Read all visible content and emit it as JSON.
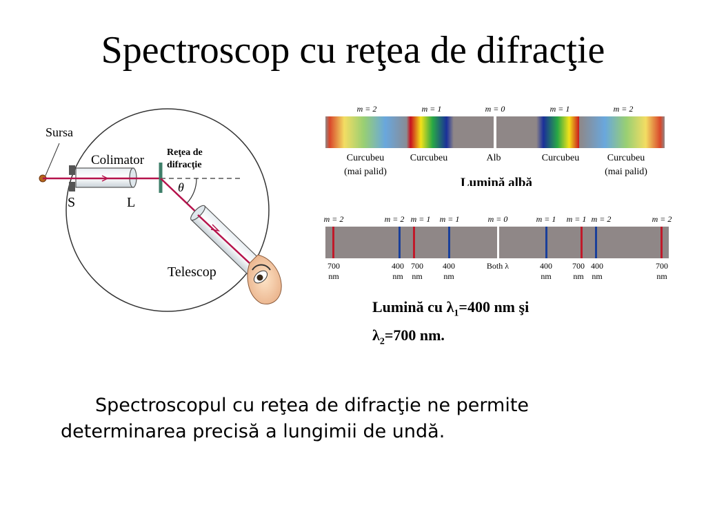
{
  "title": "Spectroscop cu reţea de difracţie",
  "apparatus": {
    "source_label": "Sursa",
    "collimator_label": "Colimator",
    "grating_label_line1": "Reţea de",
    "grating_label_line2": "difracţie",
    "angle_label": "θ",
    "slit_label": "S",
    "lens_label": "L",
    "telescope_label": "Telescop",
    "colors": {
      "ray": "#b5124b",
      "grating": "#3f7f6a"
    }
  },
  "white_light": {
    "orders": [
      "m = 2",
      "m = 1",
      "m = 0",
      "m = 1",
      "m = 2"
    ],
    "labels": [
      {
        "line1": "Curcubeu",
        "line2": "(mai palid)"
      },
      {
        "line1": "Curcubeu",
        "line2": ""
      },
      {
        "line1": "Alb",
        "line2": ""
      },
      {
        "line1": "Curcubeu",
        "line2": ""
      },
      {
        "line1": "Curcubeu",
        "line2": "(mai palid)"
      }
    ],
    "caption": "Lumină albă"
  },
  "two_lines": {
    "orders": [
      "m = 2",
      "m = 2",
      "m = 1",
      "m = 1",
      "m = 0",
      "m = 1",
      "m = 1",
      "m = 2",
      "m = 2"
    ],
    "ticks": [
      {
        "value": "700",
        "unit": "nm"
      },
      {
        "value": "400",
        "unit": "nm"
      },
      {
        "value": "700",
        "unit": "nm"
      },
      {
        "value": "400",
        "unit": "nm"
      },
      {
        "value": "Both λ",
        "unit": ""
      },
      {
        "value": "400",
        "unit": "nm"
      },
      {
        "value": "700",
        "unit": "nm"
      },
      {
        "value": "400",
        "unit": "nm"
      },
      {
        "value": "700",
        "unit": "nm"
      }
    ],
    "colors": {
      "red": "#c01a2a",
      "blue": "#1a3f9a",
      "white": "#ffffff",
      "band": "#8f8787"
    }
  },
  "caption": {
    "line1_prefix": "Lumină cu ",
    "lambda": "λ",
    "sub1": "1",
    "line1_suffix": "=400 nm şi",
    "sub2": "2",
    "line2_suffix": "=700 nm."
  },
  "body_text": "Spectroscopul cu reţea de difracţie ne permite determinarea precisă a lungimii de undă."
}
